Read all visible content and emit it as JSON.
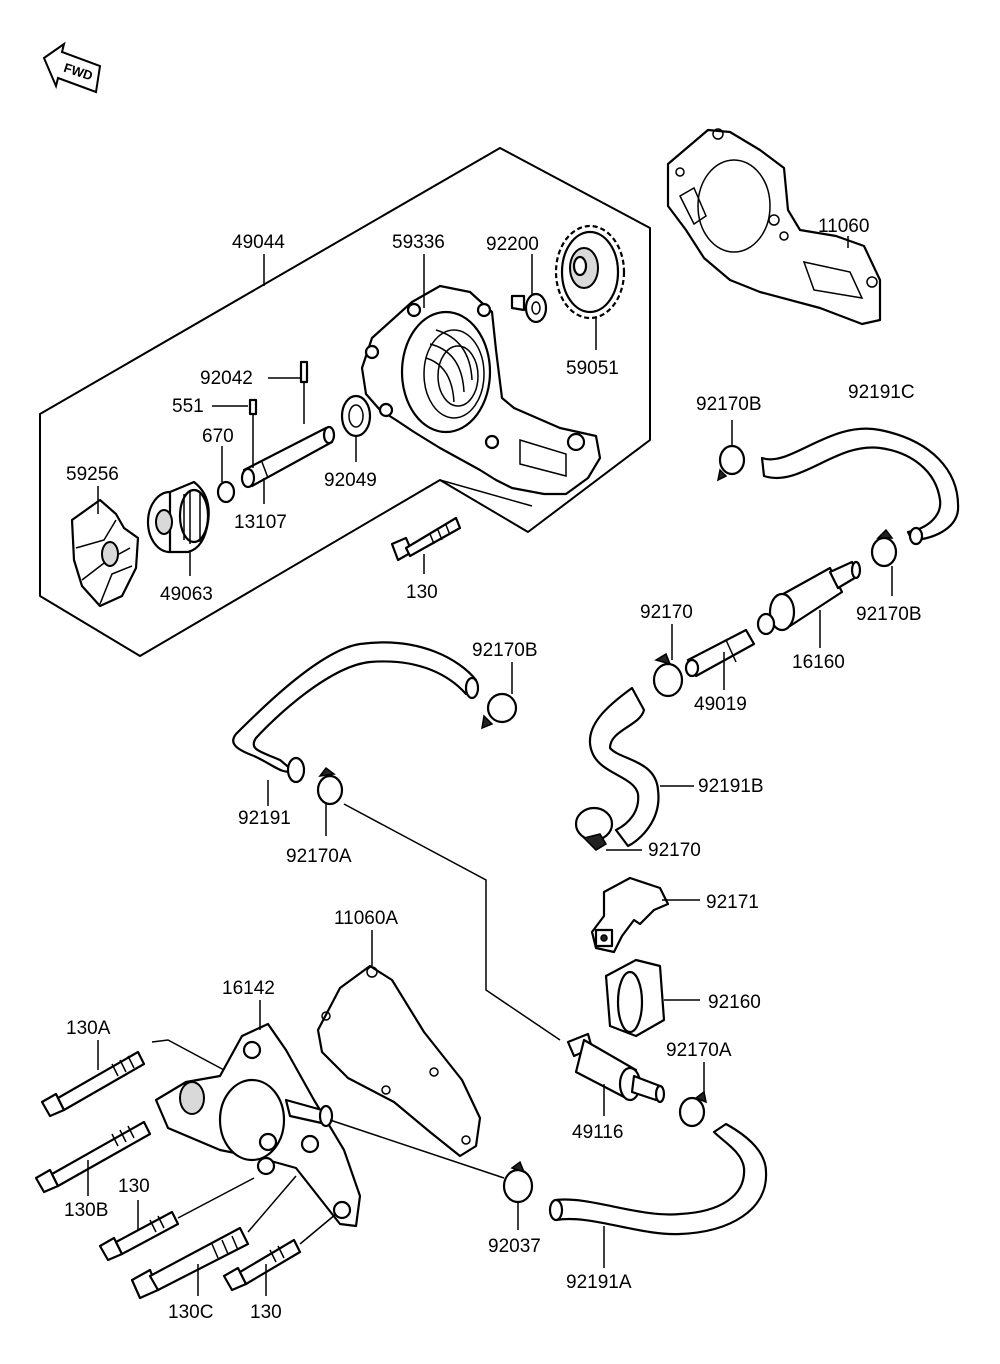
{
  "direction_marker": {
    "text": "FWD",
    "icon": "forward-arrow-icon"
  },
  "labels": {
    "l49044": "49044",
    "l59336": "59336",
    "l92200": "92200",
    "l59051": "59051",
    "l11060": "11060",
    "l92042": "92042",
    "l551": "551",
    "l670": "670",
    "l59256": "59256",
    "l13107": "13107",
    "l92049": "92049",
    "l49063": "49063",
    "l130_top": "130",
    "l92170B_a": "92170B",
    "l92191C": "92191C",
    "l92170B_b": "92170B",
    "l92170_a": "92170",
    "l16160": "16160",
    "l49019": "49019",
    "l92170B_c": "92170B",
    "l92191": "92191",
    "l92170A_a": "92170A",
    "l92191B": "92191B",
    "l92170_b": "92170",
    "l92171": "92171",
    "l11060A": "11060A",
    "l16142": "16142",
    "l92160": "92160",
    "l130A": "130A",
    "l92170A_b": "92170A",
    "l49116": "49116",
    "l130B": "130B",
    "l130_mid": "130",
    "l92037": "92037",
    "l92191A": "92191A",
    "l130C": "130C",
    "l130_bot": "130"
  }
}
